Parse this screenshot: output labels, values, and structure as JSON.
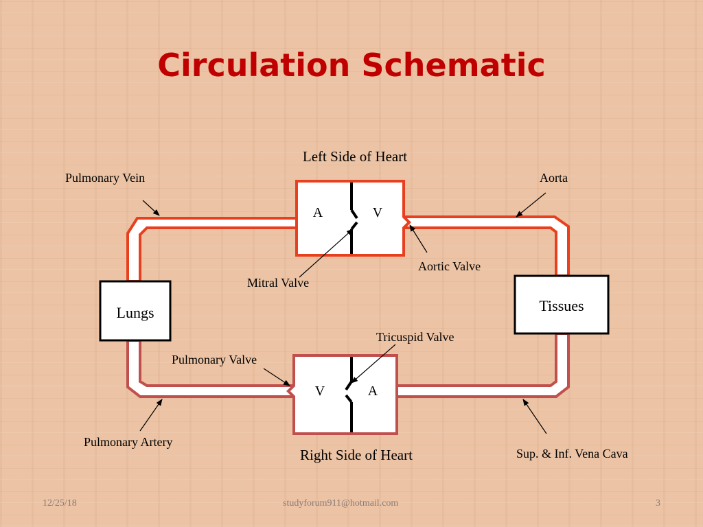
{
  "slide": {
    "title": "Circulation Schematic",
    "footer_date": "12/25/18",
    "footer_email": "studyforum911@hotmail.com",
    "page_number": "3"
  },
  "diagram": {
    "nodes": {
      "lungs": "Lungs",
      "tissues": "Tissues"
    },
    "heart": {
      "left_side": "Left Side of Heart",
      "right_side": "Right Side of Heart",
      "left_atrium": "A",
      "left_ventricle": "V",
      "right_ventricle": "V",
      "right_atrium": "A"
    },
    "labels": {
      "pulmonary_vein": "Pulmonary Vein",
      "aorta": "Aorta",
      "mitral_valve": "Mitral Valve",
      "aortic_valve": "Aortic Valve",
      "tricuspid_valve": "Tricuspid Valve",
      "pulmonary_valve": "Pulmonary Valve",
      "pulmonary_artery": "Pulmonary Artery",
      "vena_cava": "Sup. & Inf. Vena Cava"
    },
    "colors": {
      "oxygenated": "#e8401f",
      "deoxygenated": "#c0504d",
      "title": "#c00000"
    }
  }
}
